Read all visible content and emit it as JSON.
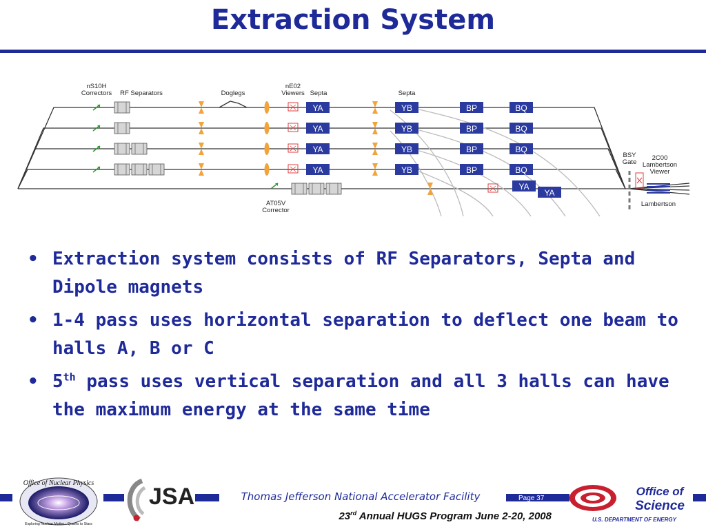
{
  "slide": {
    "title": "Extraction System",
    "bullets": [
      {
        "text": "Extraction system consists of RF Separators, Septa and Dipole magnets"
      },
      {
        "text": "1-4 pass uses horizontal separation to deflect one beam to halls A, B or C"
      },
      {
        "text_before": "5",
        "sup": "th",
        "text_after": " pass uses vertical separation and all 3 halls can have the maximum energy at the same time"
      }
    ],
    "bullet_symbol": "•"
  },
  "diagram": {
    "labels": {
      "correctors": [
        "nS10H",
        "Correctors"
      ],
      "rf_separators": "RF Separators",
      "doglegs": "Doglegs",
      "viewers": [
        "nE02",
        "Viewers"
      ],
      "septa_1": "Septa",
      "septa_2": "Septa",
      "bsy_gate": [
        "BSY",
        "Gate"
      ],
      "lambertson_viewer": [
        "2C00",
        "Lambertson",
        "Viewer"
      ],
      "lambertson": "Lambertson",
      "at05v": [
        "AT05V",
        "Corrector"
      ]
    },
    "passes": [
      {
        "ya": "YA",
        "yb": "YB",
        "bp": "BP",
        "bq": "BQ",
        "rf_count": 1
      },
      {
        "ya": "YA",
        "yb": "YB",
        "bp": "BP",
        "bq": "BQ",
        "rf_count": 1
      },
      {
        "ya": "YA",
        "yb": "YB",
        "bp": "BP",
        "bq": "BQ",
        "rf_count": 2
      },
      {
        "ya": "YA",
        "yb": "YB",
        "bp": "BP",
        "bq": "BQ",
        "rf_count": 3
      }
    ],
    "fifth_pass": {
      "ya1": "YA",
      "ya2": "YA",
      "rf_count": 3
    },
    "colors": {
      "magnet_box": "#2a3a9e",
      "quad": "#f2a33a",
      "viewer": "#e23c3c",
      "corrector": "#2e9a2e",
      "beam": "#333333",
      "extraction": "#bbbbbb"
    }
  },
  "footer": {
    "organization": "Thomas Jefferson National Accelerator Facility",
    "page": "Page 37",
    "event_prefix": "23",
    "event_sup": "rd",
    "event_rest": " Annual HUGS Program June 2-20, 2008",
    "logos": {
      "nuclear_physics": [
        "Office of Nuclear Physics",
        "Exploring Nuclear Matter - Quarks to Stars"
      ],
      "jsa": "JSA",
      "office_of_science": [
        "Office of",
        "Science",
        "U.S. DEPARTMENT OF ENERGY"
      ]
    },
    "colors": {
      "brand": "#1f2a99",
      "doe_red": "#c8202f"
    }
  }
}
